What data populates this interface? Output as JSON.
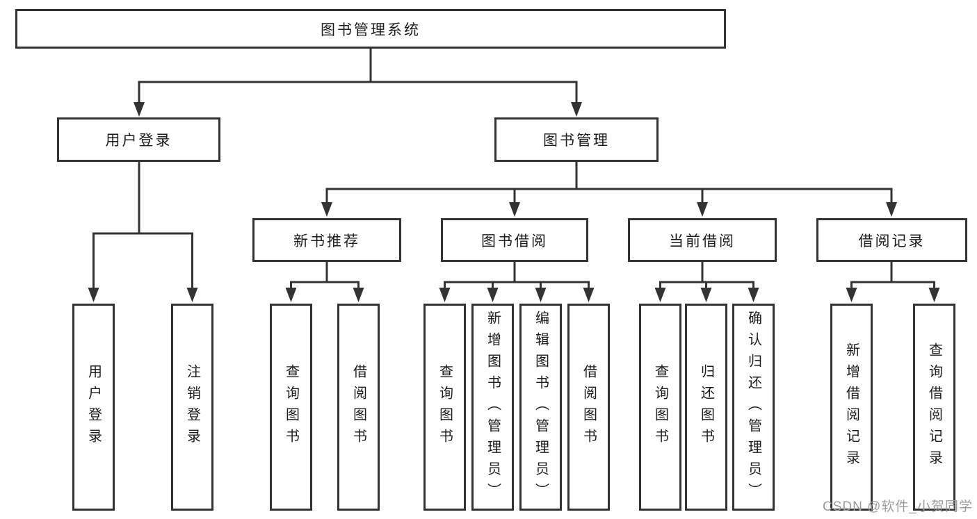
{
  "diagram": {
    "type": "hierarchy",
    "orientation": "top-down"
  },
  "nodes": {
    "root": {
      "label": "图书管理系统"
    },
    "level2": [
      {
        "label": "用户登录",
        "parent": "图书管理系统"
      },
      {
        "label": "图书管理",
        "parent": "图书管理系统"
      }
    ],
    "level3": [
      {
        "label": "新书推荐",
        "parent": "图书管理"
      },
      {
        "label": "图书借阅",
        "parent": "图书管理"
      },
      {
        "label": "当前借阅",
        "parent": "图书管理"
      },
      {
        "label": "借阅记录",
        "parent": "图书管理"
      }
    ],
    "leaves": [
      {
        "label": "用户登录",
        "parent": "用户登录"
      },
      {
        "label": "注销登录",
        "parent": "用户登录"
      },
      {
        "label": "查询图书",
        "parent": "新书推荐"
      },
      {
        "label": "借阅图书",
        "parent": "新书推荐"
      },
      {
        "label": "查询图书",
        "parent": "图书借阅"
      },
      {
        "label": "新增图书（管理员）",
        "parent": "图书借阅"
      },
      {
        "label": "编辑图书（管理员）",
        "parent": "图书借阅"
      },
      {
        "label": "借阅图书",
        "parent": "图书借阅"
      },
      {
        "label": "查询图书",
        "parent": "当前借阅"
      },
      {
        "label": "归还图书",
        "parent": "当前借阅"
      },
      {
        "label": "确认归还（管理员）",
        "parent": "当前借阅"
      },
      {
        "label": "新增借阅记录",
        "parent": "借阅记录"
      },
      {
        "label": "查询借阅记录",
        "parent": "借阅记录"
      }
    ]
  },
  "watermark": {
    "text": "CSDN @软件_小贺同学"
  },
  "colors": {
    "background": "#ffffff",
    "border": "#333333",
    "line": "#333333",
    "text": "#1c1c1c",
    "watermark": "#9b9b9b"
  }
}
